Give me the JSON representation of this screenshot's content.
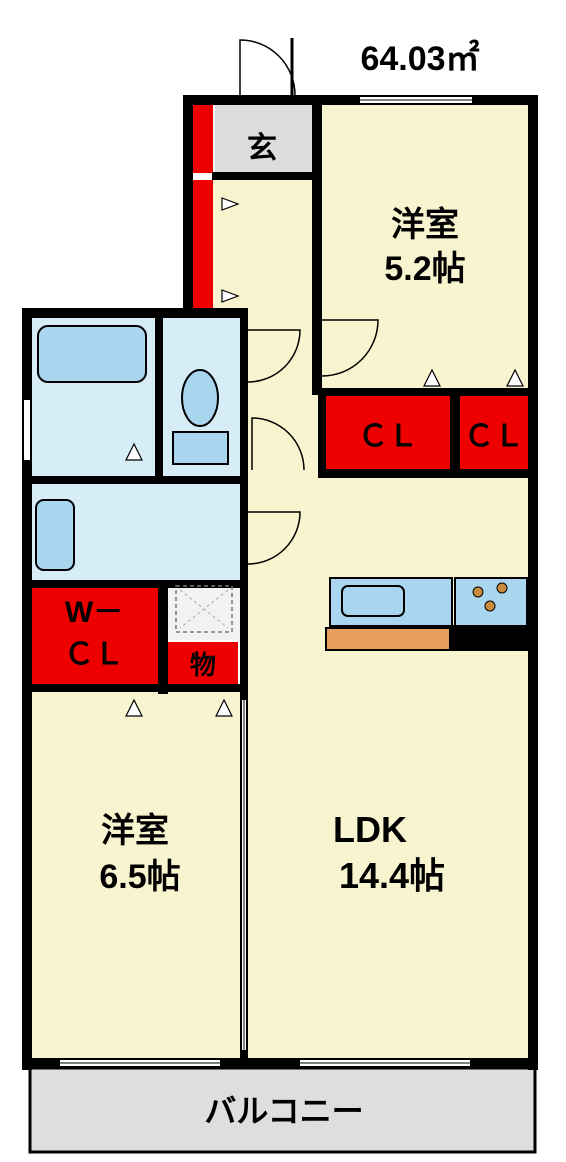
{
  "plan": {
    "area": "64.03㎡",
    "rooms": {
      "genkan": "玄",
      "western_room_1_name": "洋室",
      "western_room_1_size": "5.2帖",
      "closet_1": "ＣＬ",
      "closet_2": "ＣＬ",
      "wcl_line1": "W－",
      "wcl_line2": "ＣＬ",
      "storage": "物",
      "western_room_2_name": "洋室",
      "western_room_2_size": "6.5帖",
      "ldk_name": "LDK",
      "ldk_size": "14.4帖",
      "balcony": "バルコニー"
    }
  },
  "colors": {
    "room_floor": "#f8f4cf",
    "wet_area": "#d6ecf6",
    "fixture": "#a9d6ee",
    "storage_red": "#ee0000",
    "genkan_gray": "#dcdcdc",
    "balcony_gray": "#dedede",
    "wall": "#000000",
    "counter_wood": "#e8a060"
  }
}
